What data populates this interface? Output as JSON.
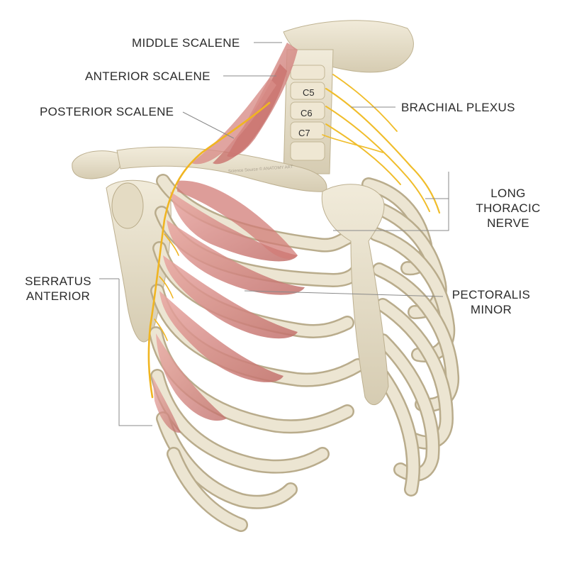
{
  "labels": {
    "middle_scalene": "MIDDLE SCALENE",
    "anterior_scalene": "ANTERIOR SCALENE",
    "posterior_scalene": "POSTERIOR SCALENE",
    "brachial_plexus": "BRACHIAL PLEXUS",
    "long_thoracic_nerve": [
      "LONG",
      "THORACIC",
      "NERVE"
    ],
    "serratus_anterior": [
      "SERRATUS",
      "ANTERIOR"
    ],
    "pectoralis_minor": [
      "PECTORALIS",
      "MINOR"
    ],
    "vertebrae": [
      "C5",
      "C6",
      "C7"
    ]
  },
  "watermark": "Science Source © ANATOMY ART",
  "colors": {
    "bone": "#e9e1cc",
    "bone_shadow": "#c9bfa6",
    "cartilage": "#dfe2e2",
    "muscle": "#d98a86",
    "muscle_dark": "#b9605d",
    "nerve": "#f1c232",
    "leader_line": "#8a8a8a"
  }
}
